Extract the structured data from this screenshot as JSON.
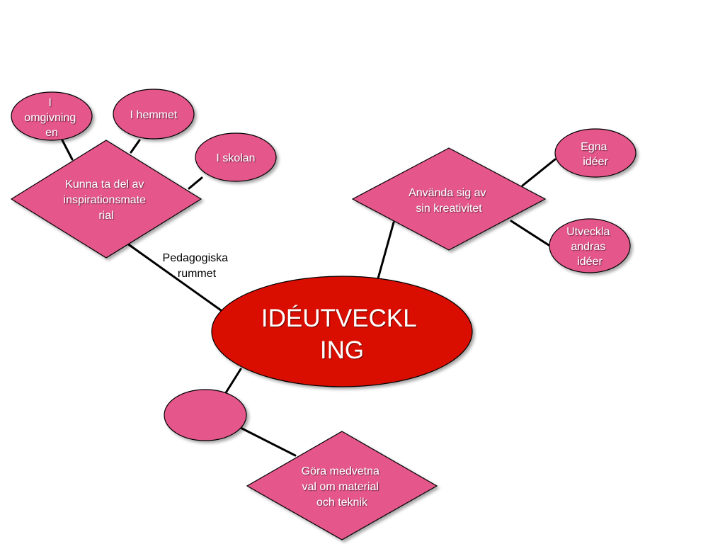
{
  "colors": {
    "node_fill": "#e5578b",
    "center_fill": "#d90f00",
    "text": "#ffffff",
    "label": "#000000",
    "line": "#000000"
  },
  "center": {
    "lines": [
      "IDÉUTVECKL",
      "ING"
    ]
  },
  "nodes": {
    "i_omgivningen": {
      "lines": [
        "I",
        "omgivning",
        "en"
      ]
    },
    "i_hemmet": {
      "lines": [
        "I hemmet"
      ]
    },
    "i_skolan": {
      "lines": [
        "I skolan"
      ]
    },
    "kunna_ta_del": {
      "lines": [
        "Kunna ta del av",
        "inspirationsmate",
        "rial"
      ]
    },
    "anvanda_kreativitet": {
      "lines": [
        "Använda sig av",
        "sin kreativitet"
      ]
    },
    "egna_ideer": {
      "lines": [
        "Egna",
        "idéer"
      ]
    },
    "utveckla_andras": {
      "lines": [
        "Utveckla",
        "andras",
        "idéer"
      ]
    },
    "empty_oval": {
      "lines": []
    },
    "gora_medvetna": {
      "lines": [
        "Göra medvetna",
        "val om material",
        "och teknik"
      ]
    }
  },
  "labels": {
    "pedagogiska_rummet": {
      "lines": [
        "Pedagogiska",
        "rummet"
      ]
    }
  }
}
